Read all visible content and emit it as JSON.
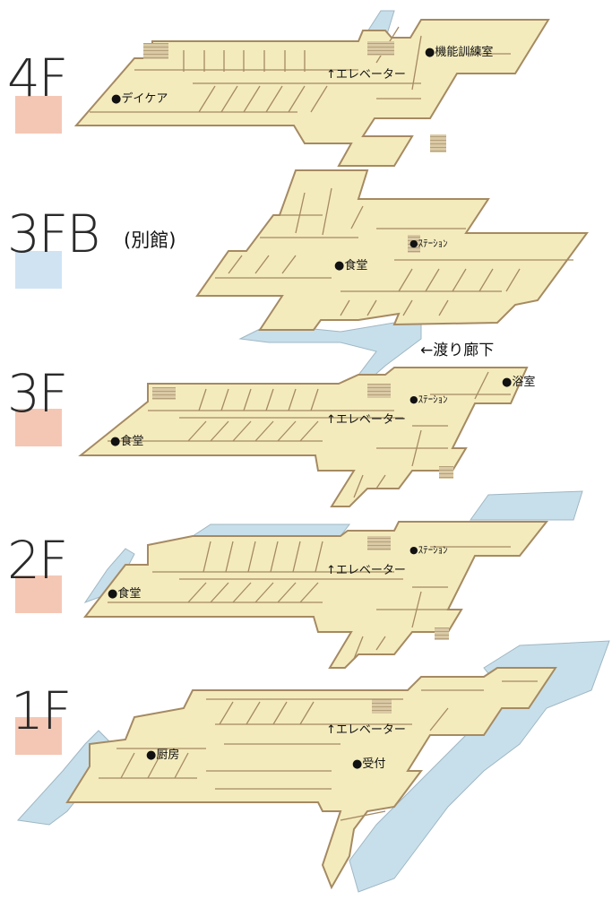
{
  "colors": {
    "floor_fill": "#f4ebbd",
    "wall": "#a58a62",
    "water": "#c7dfea",
    "swatch_pink": "#f4c7b4",
    "swatch_blue": "#cfe3f3",
    "text": "#111111"
  },
  "floors": [
    {
      "id": "4f",
      "label": "4F",
      "sublabel": "",
      "swatch": "pink",
      "rooms": [
        {
          "id": "day-care",
          "label": "●デイケア"
        },
        {
          "id": "elevator",
          "label": "↑エレベーター"
        },
        {
          "id": "rehab",
          "label": "●機能訓練室"
        }
      ]
    },
    {
      "id": "3fb",
      "label": "3FB",
      "sublabel": "(別館)",
      "swatch": "blue",
      "rooms": [
        {
          "id": "dining",
          "label": "●食堂"
        },
        {
          "id": "station",
          "label": "●ｽﾃｰｼｮﾝ"
        }
      ]
    },
    {
      "id": "3f",
      "label": "3F",
      "sublabel": "",
      "swatch": "pink",
      "rooms": [
        {
          "id": "dining",
          "label": "●食堂"
        },
        {
          "id": "elevator",
          "label": "↑エレベーター"
        },
        {
          "id": "station",
          "label": "●ｽﾃｰｼｮﾝ"
        },
        {
          "id": "bath",
          "label": "●浴室"
        }
      ]
    },
    {
      "id": "2f",
      "label": "2F",
      "sublabel": "",
      "swatch": "pink",
      "rooms": [
        {
          "id": "dining",
          "label": "●食堂"
        },
        {
          "id": "elevator",
          "label": "↑エレベーター"
        },
        {
          "id": "station",
          "label": "●ｽﾃｰｼｮﾝ"
        }
      ]
    },
    {
      "id": "1f",
      "label": "1F",
      "sublabel": "",
      "swatch": "pink",
      "rooms": [
        {
          "id": "kitchen",
          "label": "●厨房"
        },
        {
          "id": "elevator",
          "label": "↑エレベーター"
        },
        {
          "id": "reception",
          "label": "●受付"
        }
      ]
    }
  ],
  "corridor_label": "←渡り廊下"
}
